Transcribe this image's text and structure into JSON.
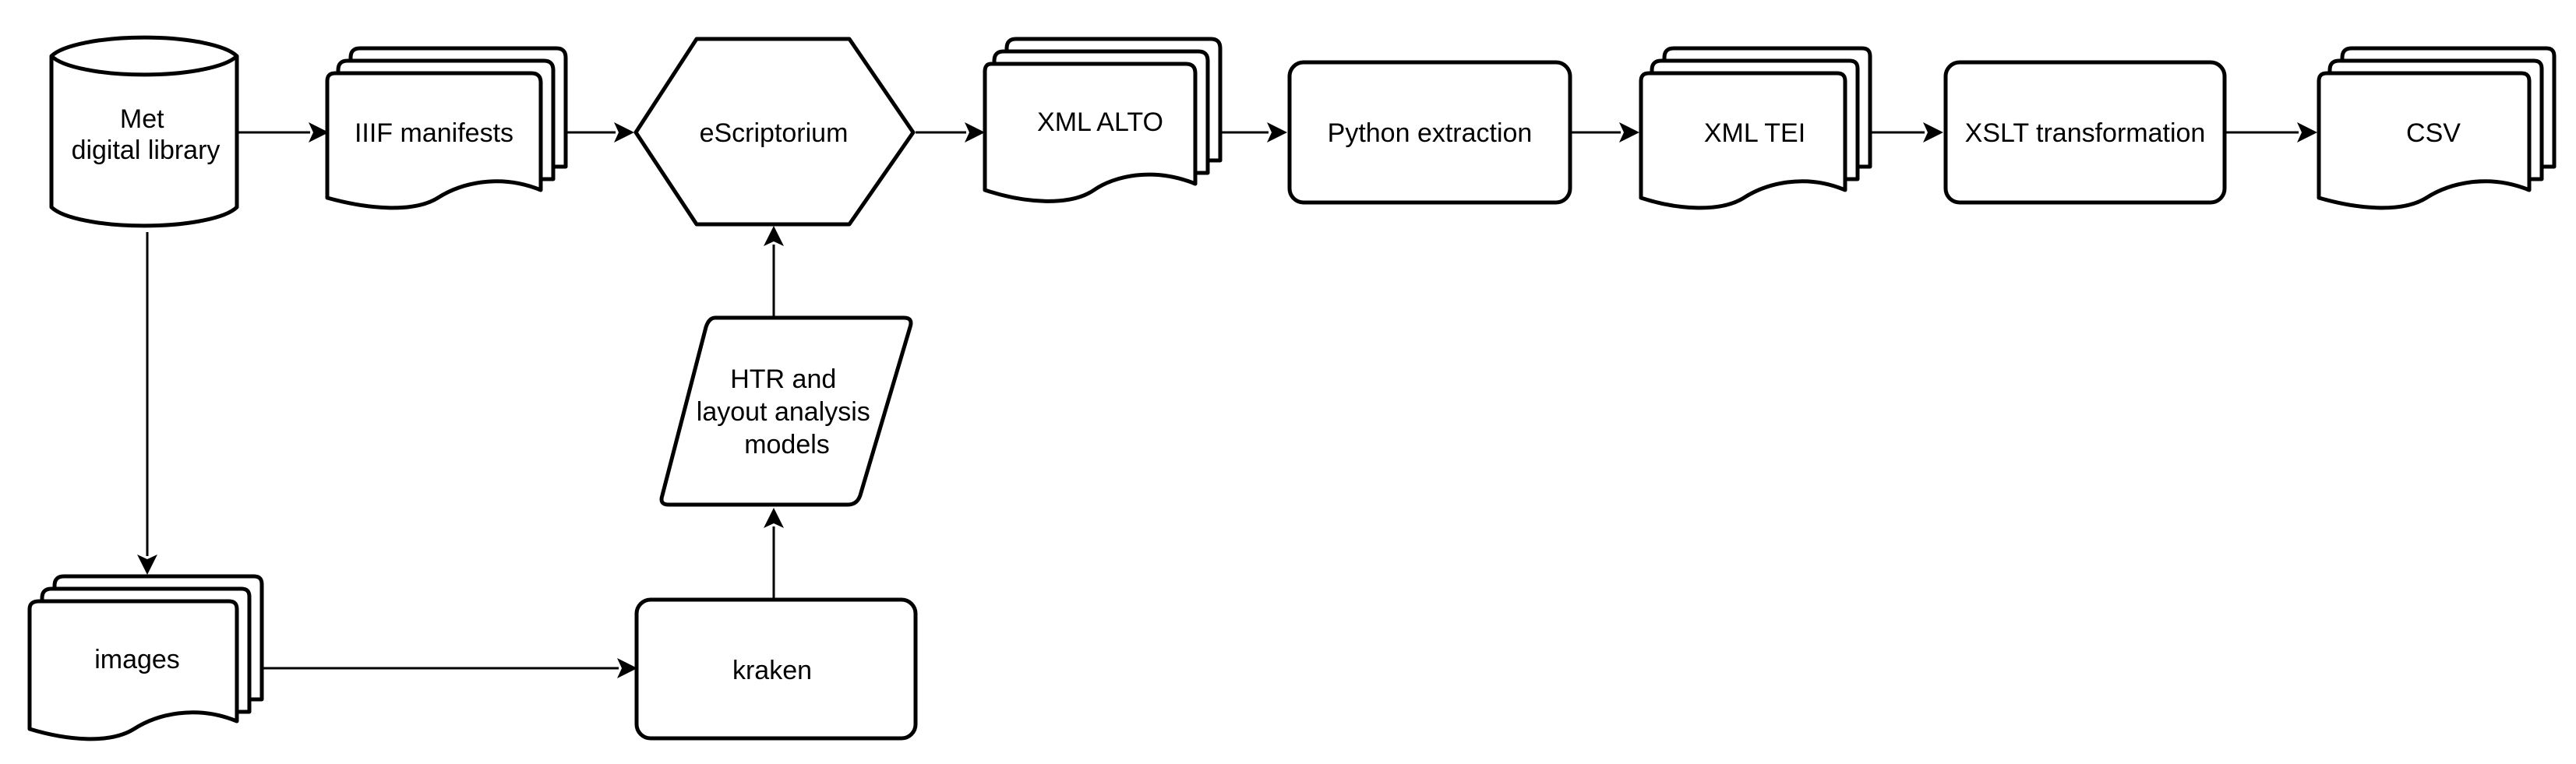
{
  "nodes": {
    "met_digital_library": {
      "lines": [
        "Met",
        "digital library"
      ]
    },
    "iiif_manifests": {
      "lines": [
        "IIIF manifests"
      ]
    },
    "escriptorium": {
      "lines": [
        "eScriptorium"
      ]
    },
    "xml_alto": {
      "lines": [
        "XML ALTO"
      ]
    },
    "python_extraction": {
      "lines": [
        "Python extraction"
      ]
    },
    "xml_tei": {
      "lines": [
        "XML TEI"
      ]
    },
    "xslt_transformation": {
      "lines": [
        "XSLT transformation"
      ]
    },
    "csv": {
      "lines": [
        "CSV"
      ]
    },
    "htr_models": {
      "lines": [
        "HTR and",
        "layout analysis",
        "models"
      ]
    },
    "images": {
      "lines": [
        "images"
      ]
    },
    "kraken": {
      "lines": [
        "kraken"
      ]
    }
  }
}
